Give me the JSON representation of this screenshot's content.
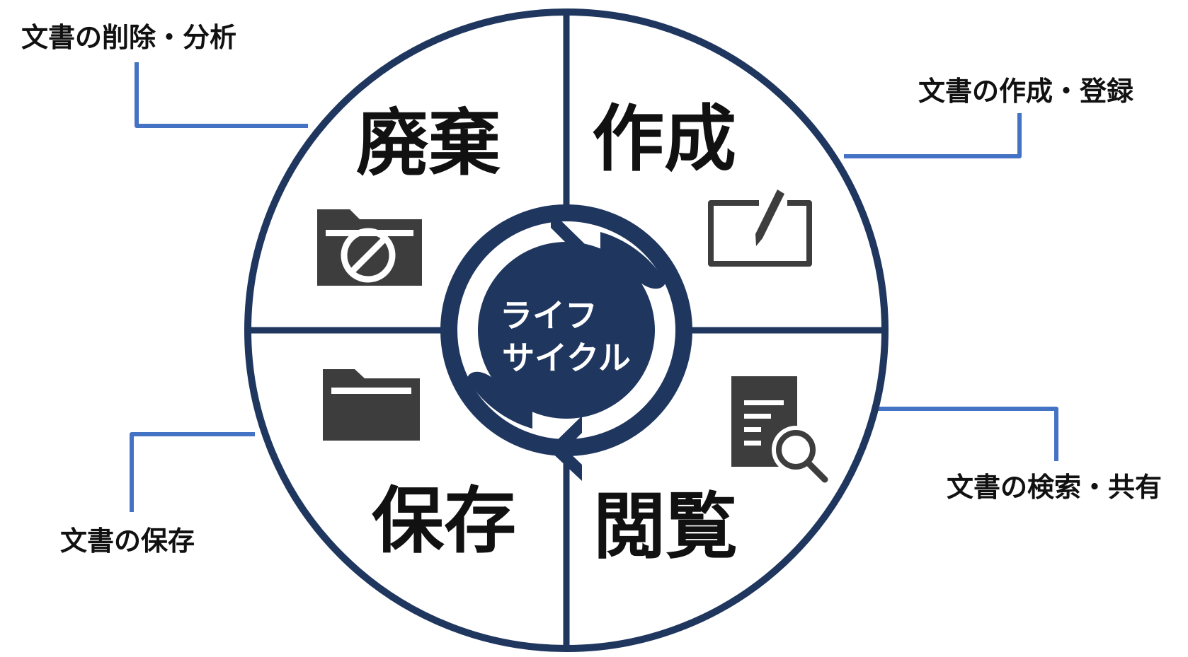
{
  "colors": {
    "ring": "#1f365f",
    "leader": "#4472c4",
    "icon": "#3d3d3d",
    "text": "#111111",
    "background": "#ffffff"
  },
  "center": {
    "line1": "ライフ",
    "line2": "サイクル"
  },
  "quadrants": {
    "top_left": {
      "label": "廃棄",
      "icon": "folder-prohibited-icon"
    },
    "top_right": {
      "label": "作成",
      "icon": "edit-pen-icon"
    },
    "bottom_left": {
      "label": "保存",
      "icon": "folder-icon"
    },
    "bottom_right": {
      "label": "閲覧",
      "icon": "document-search-icon"
    }
  },
  "descriptions": {
    "delete_analyze": "文書の削除・分析",
    "create_register": "文書の作成・登録",
    "search_share": "文書の検索・共有",
    "store": "文書の保存"
  }
}
